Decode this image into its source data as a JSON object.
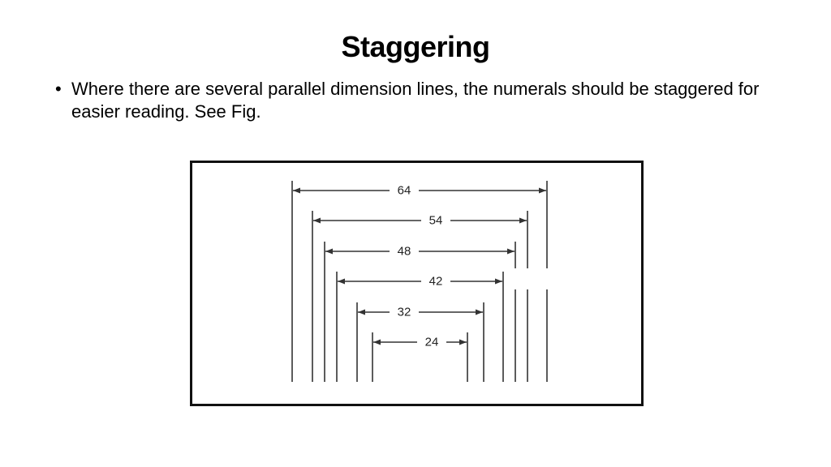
{
  "title": "Staggering",
  "bullets": [
    {
      "marker": "•",
      "text": "Where there are several parallel dimension lines, the numerals should be staggered for easier reading. See Fig."
    }
  ],
  "figure": {
    "line_color": "#333333",
    "dimensions": [
      {
        "label": "64",
        "value": 64
      },
      {
        "label": "54",
        "value": 54
      },
      {
        "label": "48",
        "value": 48
      },
      {
        "label": "42",
        "value": 42
      },
      {
        "label": "32",
        "value": 32
      },
      {
        "label": "24",
        "value": 24
      }
    ]
  }
}
